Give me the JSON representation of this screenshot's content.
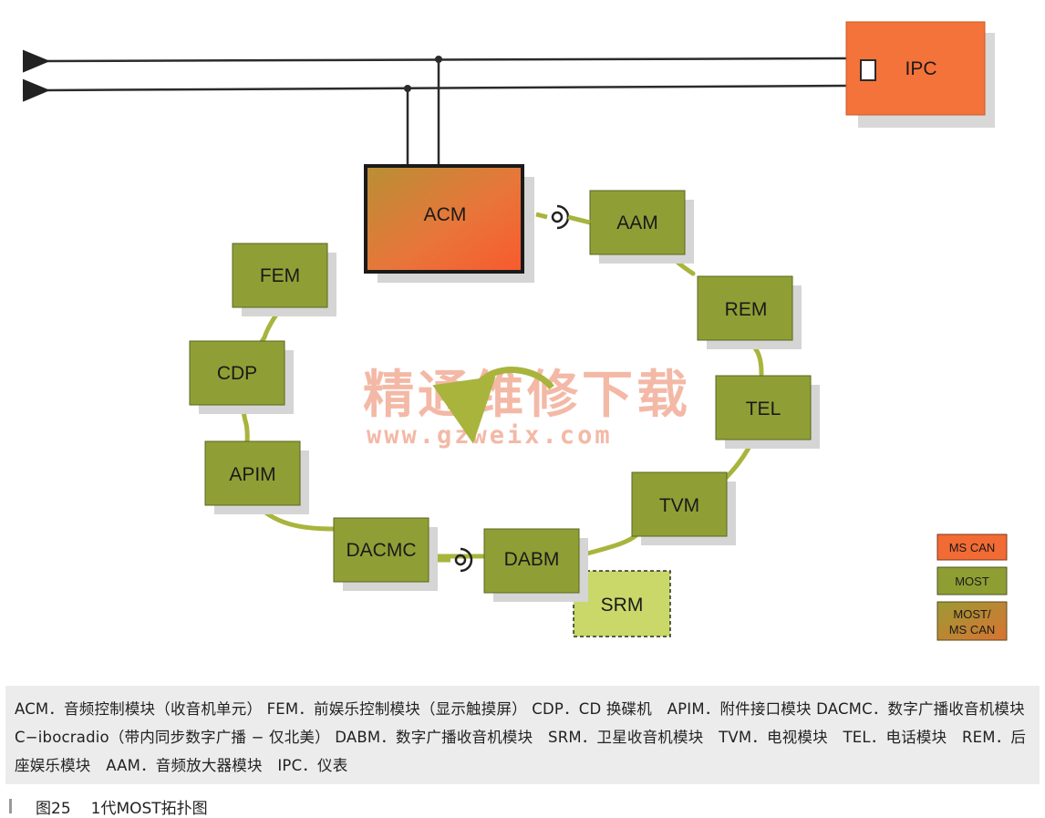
{
  "bus": {
    "ipc_label": "IPC"
  },
  "ring_nodes": [
    {
      "id": "acm",
      "label": "ACM"
    },
    {
      "id": "aam",
      "label": "AAM"
    },
    {
      "id": "rem",
      "label": "REM"
    },
    {
      "id": "tel",
      "label": "TEL"
    },
    {
      "id": "tvm",
      "label": "TVM"
    },
    {
      "id": "dabm",
      "label": "DABM"
    },
    {
      "id": "srm",
      "label": "SRM"
    },
    {
      "id": "dacmc",
      "label": "DACMC"
    },
    {
      "id": "apim",
      "label": "APIM"
    },
    {
      "id": "cdp",
      "label": "CDP"
    },
    {
      "id": "fem",
      "label": "FEM"
    }
  ],
  "legend": [
    {
      "label": "MS CAN",
      "color": "#f26a34"
    },
    {
      "label": "MOST",
      "color": "#8e9e33"
    },
    {
      "label_line1": "MOST/",
      "label_line2": "MS CAN",
      "color": "#b8882e"
    }
  ],
  "colors": {
    "ms_can": "#f4733a",
    "most": "#909f35",
    "most_ring": "#a8b43c",
    "srm": "#c9d869",
    "line": "#2b2b2b"
  },
  "watermark": {
    "cn": "精通维修下载",
    "url": "www.gzweix.com"
  },
  "caption": {
    "text": "ACM．音频控制模块（收音机单元） FEM．前娱乐控制模块（显示触摸屏） CDP．CD 换碟机　APIM．附件接口模块 DACMC．数字广播收音机模块 C−ibocradio（带内同步数字广播 − 仅北美） DABM．数字广播收音机模块　SRM．卫星收音机模块　TVM．电视模块　TEL．电话模块　REM．后座娱乐模块　AAM．音频放大器模块　IPC．仪表"
  },
  "figure_title": {
    "number": "图25",
    "title": "1代MOST拓扑图"
  }
}
